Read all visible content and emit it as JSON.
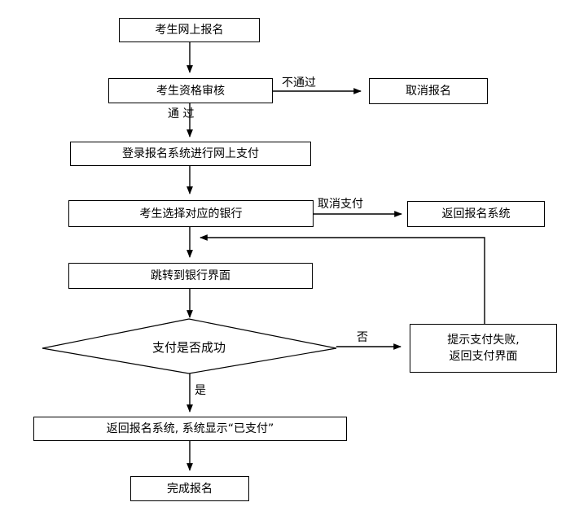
{
  "nodes": {
    "online_register": "考生网上报名",
    "qualification_review": "考生资格审核",
    "cancel_registration": "取消报名",
    "login_pay": "登录报名系统进行网上支付",
    "choose_bank": "考生选择对应的银行",
    "back_to_system": "返回报名系统",
    "jump_to_bank": "跳转到银行界面",
    "payment_success_q": "支付是否成功",
    "fail_line1": "提示支付失败,",
    "fail_line2": "返回支付界面",
    "back_paid": "返回报名系统, 系统显示“已支付”",
    "complete": "完成报名"
  },
  "edge_labels": {
    "not_passed": "不通过",
    "passed": "通  过",
    "cancel_payment": "取消支付",
    "no": "否",
    "yes": "是"
  }
}
